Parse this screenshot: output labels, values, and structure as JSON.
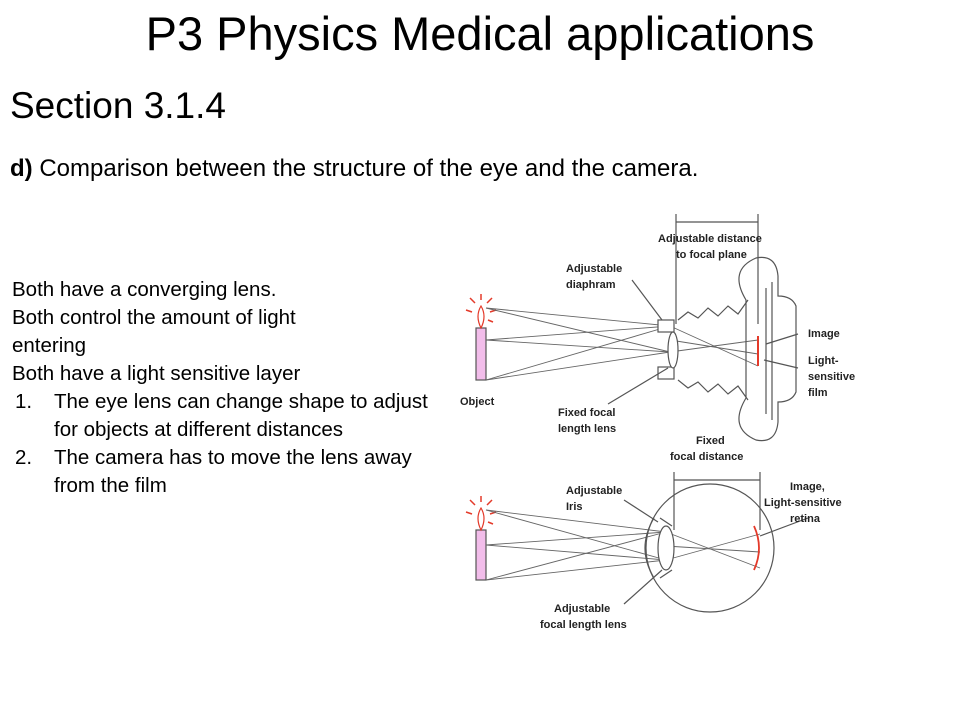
{
  "slide": {
    "title": "P3 Physics Medical applications",
    "section": "Section 3.1.4",
    "description": {
      "prefix": "d)",
      "text": " Comparison between the structure of the eye and the camera."
    }
  },
  "text_block": {
    "lines": [
      "Both have a converging lens.",
      "Both control the amount of light",
      "entering",
      "Both have a light sensitive layer"
    ],
    "list": [
      {
        "num": "1.",
        "text": "The eye lens can change shape to adjust for objects at different distances"
      },
      {
        "num": "2.",
        "text": "The camera has to move the lens away from the film"
      }
    ]
  },
  "diagram": {
    "camera_labels": {
      "adjustable_distance": "Adjustable distance",
      "to_focal_plane": "to focal plane",
      "adjustable": "Adjustable",
      "diaphram": "diaphram",
      "image": "Image",
      "light": "Light-",
      "sensitive": "sensitive",
      "film": "film",
      "object": "Object",
      "fixed_focal": "Fixed focal",
      "length_lens": "length lens"
    },
    "eye_labels": {
      "fixed": "Fixed",
      "focal_distance": "focal distance",
      "adjustable": "Adjustable",
      "iris": "Iris",
      "image": "Image,",
      "light_sensitive": "Light-sensitive",
      "retina": "retina",
      "adjustable2": "Adjustable",
      "focal_length_lens": "focal length lens"
    },
    "colors": {
      "object": "#f2bdea",
      "flame": "#e43a2a",
      "image": "#e43a2a",
      "lines": "#555555",
      "labels": "#222222"
    }
  }
}
